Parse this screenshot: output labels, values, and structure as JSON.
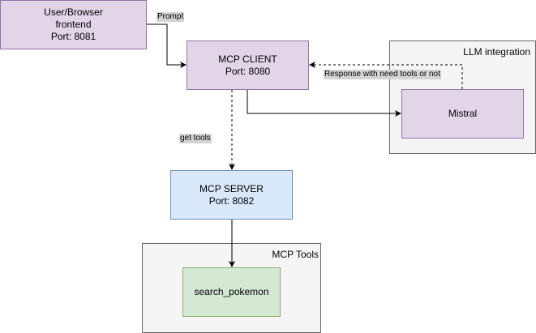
{
  "nodes": {
    "frontend": {
      "line1": "User/Browser",
      "line2": "frontend",
      "line3": "Port: 8081"
    },
    "mcp_client": {
      "line1": "MCP CLIENT",
      "line2": "Port: 8080"
    },
    "mcp_server": {
      "line1": "MCP SERVER",
      "line2": "Port: 8082"
    },
    "mistral": {
      "label": "Mistral"
    },
    "search_pokemon": {
      "label": "search_pokemon"
    }
  },
  "groups": {
    "llm_integration": {
      "title": "LLM integration"
    },
    "mcp_tools": {
      "title": "MCP Tools"
    }
  },
  "edges": {
    "prompt": {
      "label": "Prompt"
    },
    "response": {
      "label": "Response with need tools or not"
    },
    "get_tools": {
      "label": "get tools"
    }
  },
  "colors": {
    "purple_fill": "#e1d5e7",
    "purple_stroke": "#9673a6",
    "blue_fill": "#dae8fc",
    "blue_stroke": "#6c8ebf",
    "green_fill": "#d5e8d4",
    "green_stroke": "#82b366",
    "group_fill": "#f5f5f5",
    "group_stroke": "#666666"
  }
}
